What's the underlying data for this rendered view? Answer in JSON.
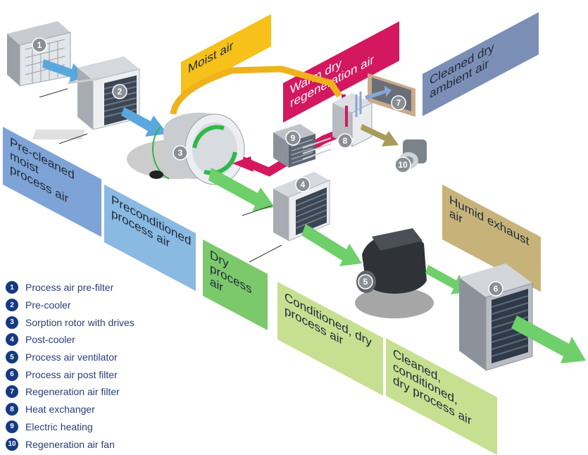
{
  "banners": {
    "moist_air": "Moist air",
    "warm_dry": "Warm dry\nregeneration air",
    "cleaned_dry_ambient": "Cleaned dry\nambient air",
    "pre_cleaned": "Pre-cleaned moist\nprocess air",
    "preconditioned": "Preconditioned\nprocess air",
    "dry_process": "Dry\nprocess air",
    "humid_exhaust": "Humid exhaust air",
    "conditioned_dry": "Conditioned, dry\nprocess air",
    "cleaned_conditioned": "Cleaned, conditioned,\ndry process air"
  },
  "component_numbers": [
    "1",
    "2",
    "3",
    "4",
    "5",
    "6",
    "7",
    "8",
    "9",
    "10"
  ],
  "legend": [
    {
      "num": "1",
      "label": "Process air pre-filter"
    },
    {
      "num": "2",
      "label": "Pre-cooler"
    },
    {
      "num": "3",
      "label": "Sorption rotor with drives"
    },
    {
      "num": "4",
      "label": "Post-cooler"
    },
    {
      "num": "5",
      "label": "Process air ventilator"
    },
    {
      "num": "6",
      "label": "Process air post filter"
    },
    {
      "num": "7",
      "label": "Regeneration air filter"
    },
    {
      "num": "8",
      "label": "Heat exchanger"
    },
    {
      "num": "9",
      "label": "Electric heating"
    },
    {
      "num": "10",
      "label": "Regeneration air fan"
    }
  ],
  "colors": {
    "yellow": "#f5c11a",
    "magenta": "#d4185f",
    "slate_blue": "#7b8fb6",
    "light_blue": "#8ab9e2",
    "green": "#7cc96b",
    "olive": "#c7b37a",
    "lime": "#c7df91",
    "number_badge": "#163a82",
    "arrow_blue": "#5aa7de",
    "arrow_green": "#6fcf6a",
    "arrow_olive": "#a89c5a"
  }
}
